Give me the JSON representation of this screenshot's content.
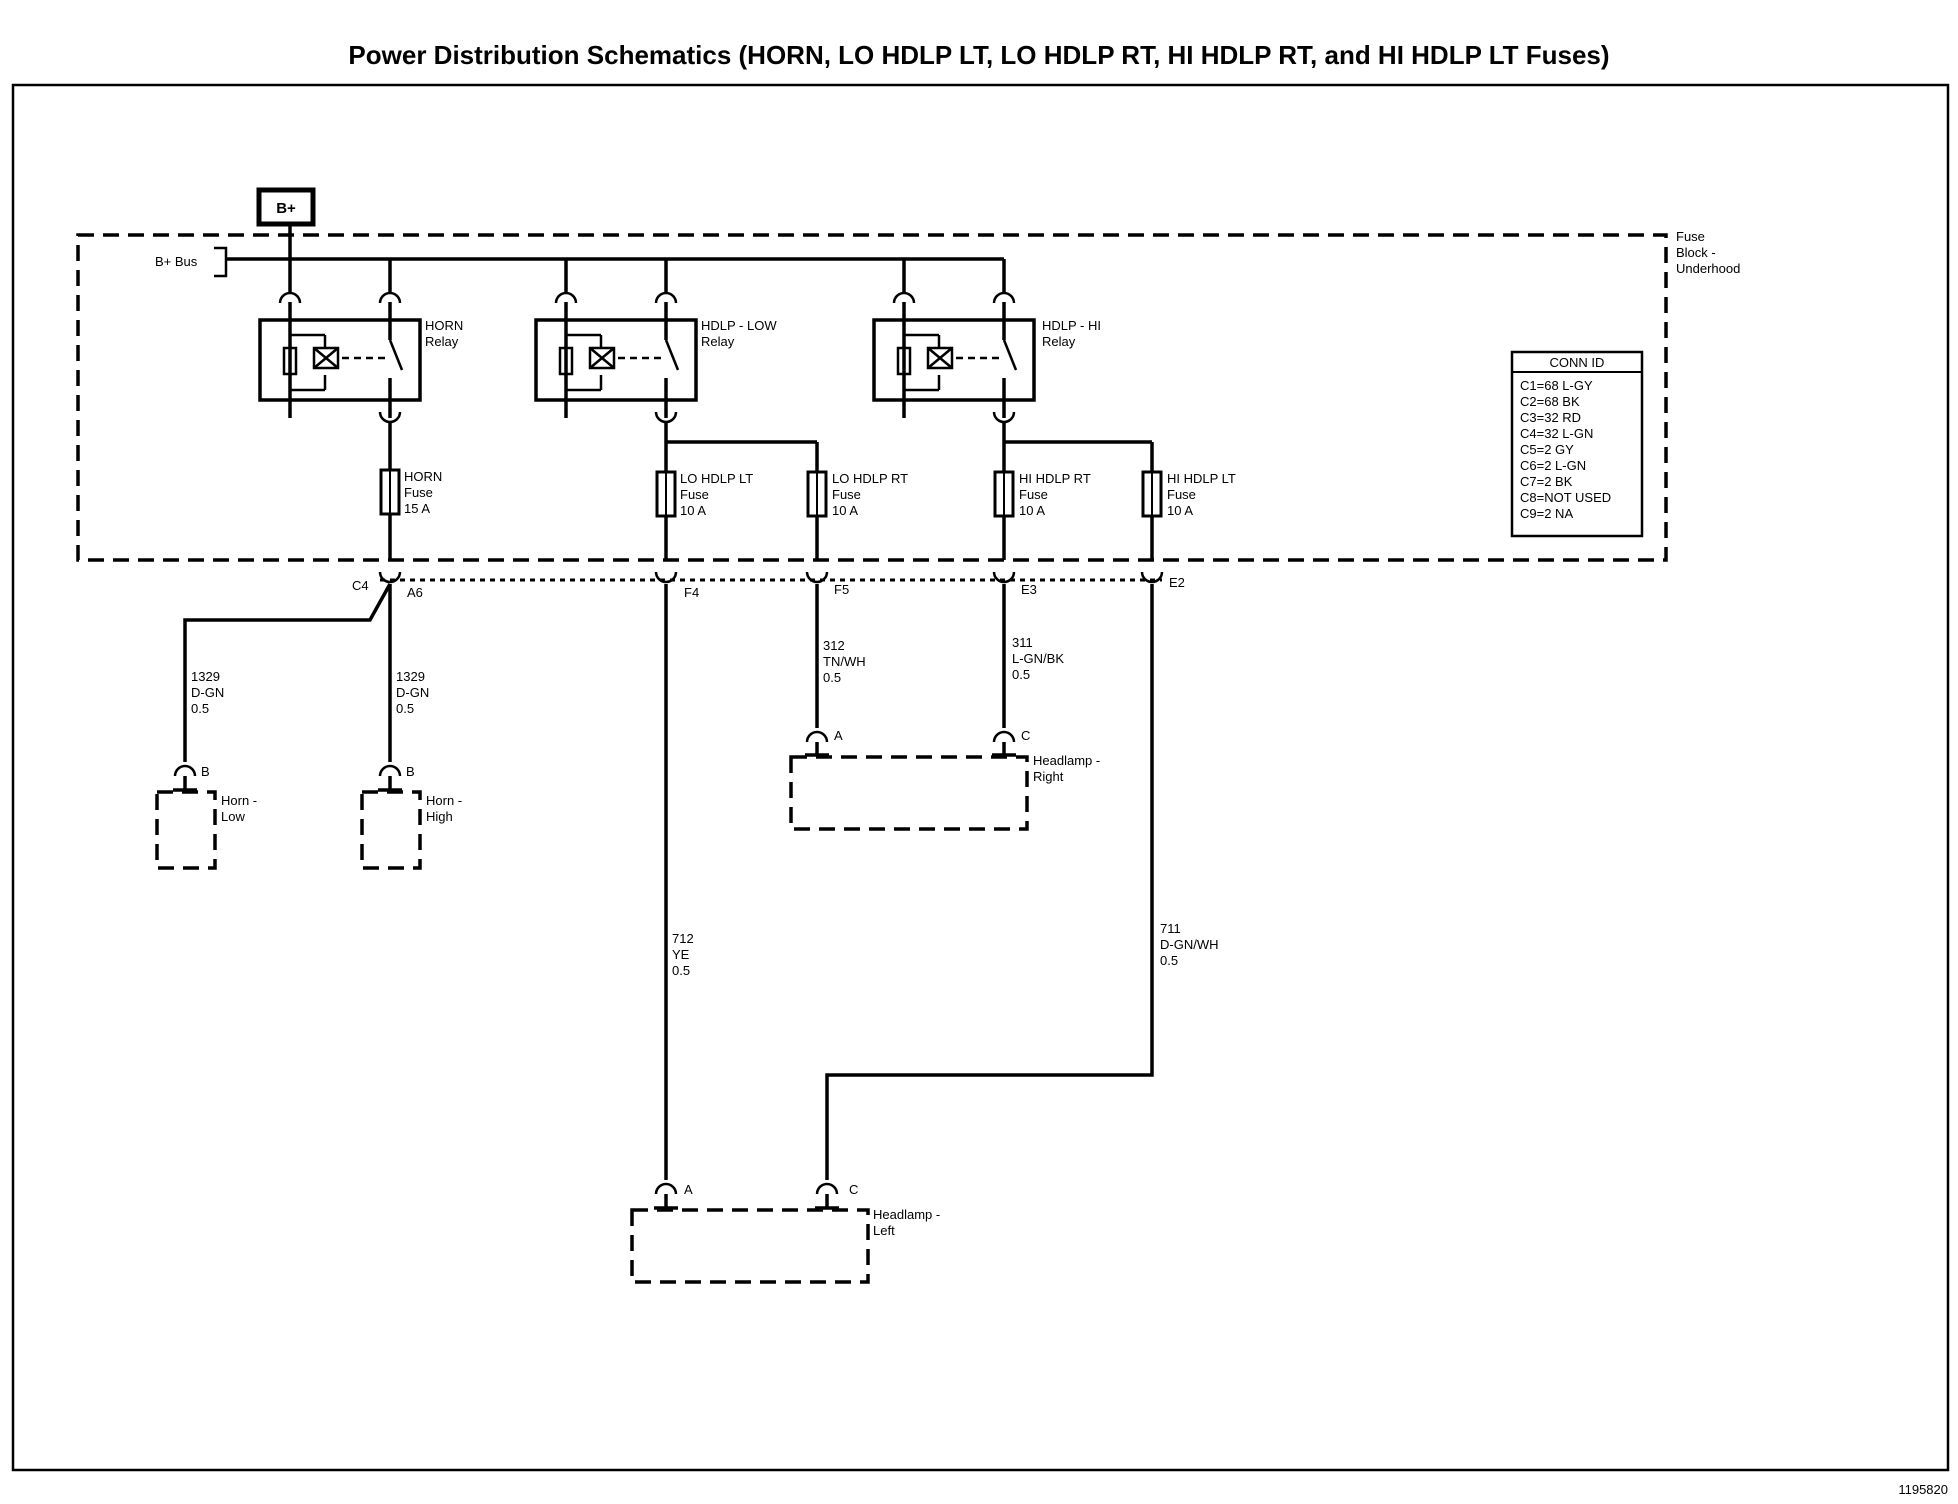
{
  "title": "Power Distribution Schematics (HORN, LO HDLP LT, LO HDLP RT, HI HDLP RT, and HI HDLP LT Fuses)",
  "figure_id": "1195820",
  "power_source": "B+",
  "bus_label": "B+ Bus",
  "fuse_block": {
    "line1": "Fuse",
    "line2": "Block -",
    "line3": "Underhood"
  },
  "relays": [
    {
      "line1": "HORN",
      "line2": "Relay"
    },
    {
      "line1": "HDLP - LOW",
      "line2": "Relay"
    },
    {
      "line1": "HDLP - HI",
      "line2": "Relay"
    }
  ],
  "fuses": [
    {
      "name": "HORN",
      "type": "Fuse",
      "rating": "15 A"
    },
    {
      "name": "LO HDLP LT",
      "type": "Fuse",
      "rating": "10 A"
    },
    {
      "name": "LO HDLP RT",
      "type": "Fuse",
      "rating": "10 A"
    },
    {
      "name": "HI HDLP RT",
      "type": "Fuse",
      "rating": "10 A"
    },
    {
      "name": "HI HDLP LT",
      "type": "Fuse",
      "rating": "10 A"
    }
  ],
  "connector": "C4",
  "pins": [
    "A6",
    "F4",
    "F5",
    "E3",
    "E2"
  ],
  "conn_id": {
    "header": "CONN ID",
    "rows": [
      "C1=68 L-GY",
      "C2=68 BK",
      "C3=32 RD",
      "C4=32 L-GN",
      "C5=2 GY",
      "C6=2 L-GN",
      "C7=2 BK",
      "C8=NOT USED",
      "C9=2 NA"
    ]
  },
  "wires": [
    {
      "circuit": "1329",
      "color": "D-GN",
      "size": "0.5"
    },
    {
      "circuit": "1329",
      "color": "D-GN",
      "size": "0.5"
    },
    {
      "circuit": "312",
      "color": "TN/WH",
      "size": "0.5"
    },
    {
      "circuit": "311",
      "color": "L-GN/BK",
      "size": "0.5"
    },
    {
      "circuit": "712",
      "color": "YE",
      "size": "0.5"
    },
    {
      "circuit": "711",
      "color": "D-GN/WH",
      "size": "0.5"
    }
  ],
  "components": [
    {
      "line1": "Horn -",
      "line2": "Low",
      "pins": [
        "B"
      ]
    },
    {
      "line1": "Horn -",
      "line2": "High",
      "pins": [
        "B"
      ]
    },
    {
      "line1": "Headlamp -",
      "line2": "Right",
      "pins": [
        "A",
        "C"
      ]
    },
    {
      "line1": "Headlamp -",
      "line2": "Left",
      "pins": [
        "A",
        "C"
      ]
    }
  ]
}
